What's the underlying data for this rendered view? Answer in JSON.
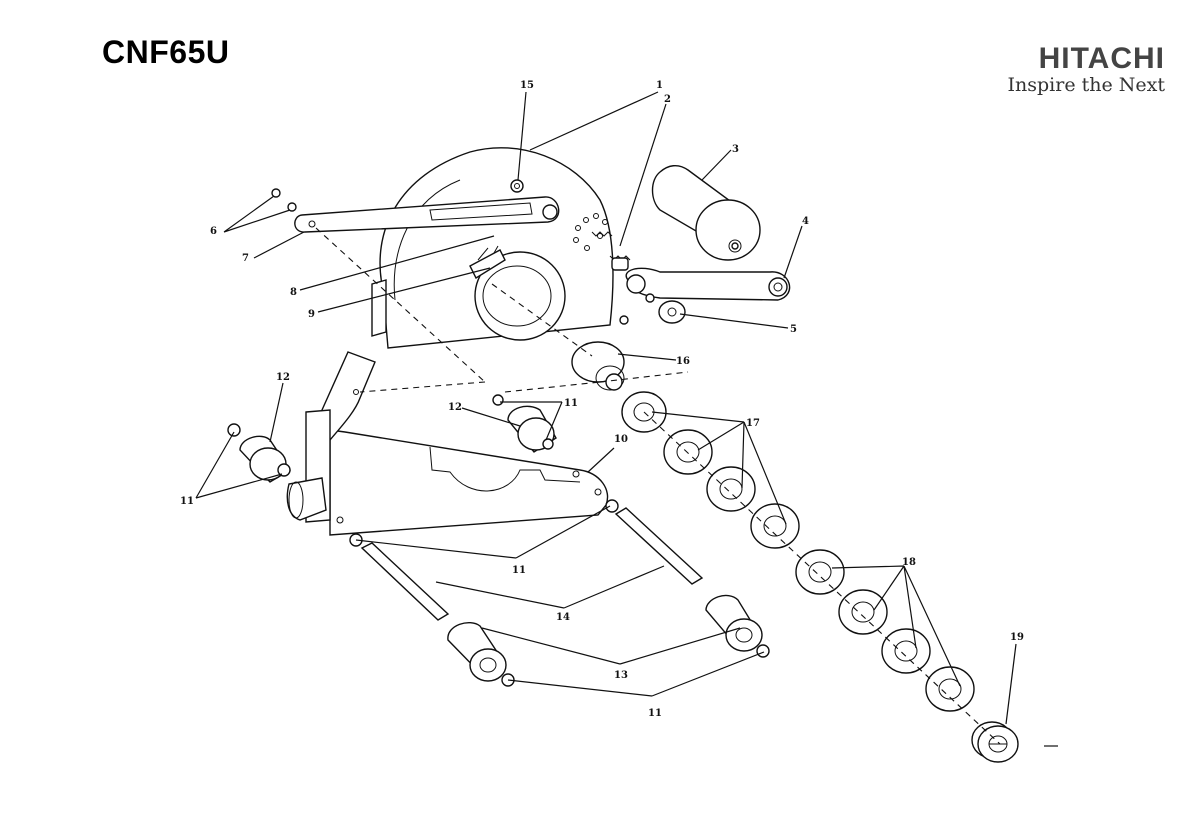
{
  "header": {
    "model": "CNF65U"
  },
  "brand": {
    "name": "HITACHI",
    "tagline": "Inspire the Next",
    "color": "#444444"
  },
  "callouts": [
    "1",
    "2",
    "3",
    "4",
    "5",
    "6",
    "7",
    "8",
    "9",
    "10",
    "11",
    "12",
    "13",
    "14",
    "15",
    "16",
    "17",
    "18",
    "19"
  ]
}
